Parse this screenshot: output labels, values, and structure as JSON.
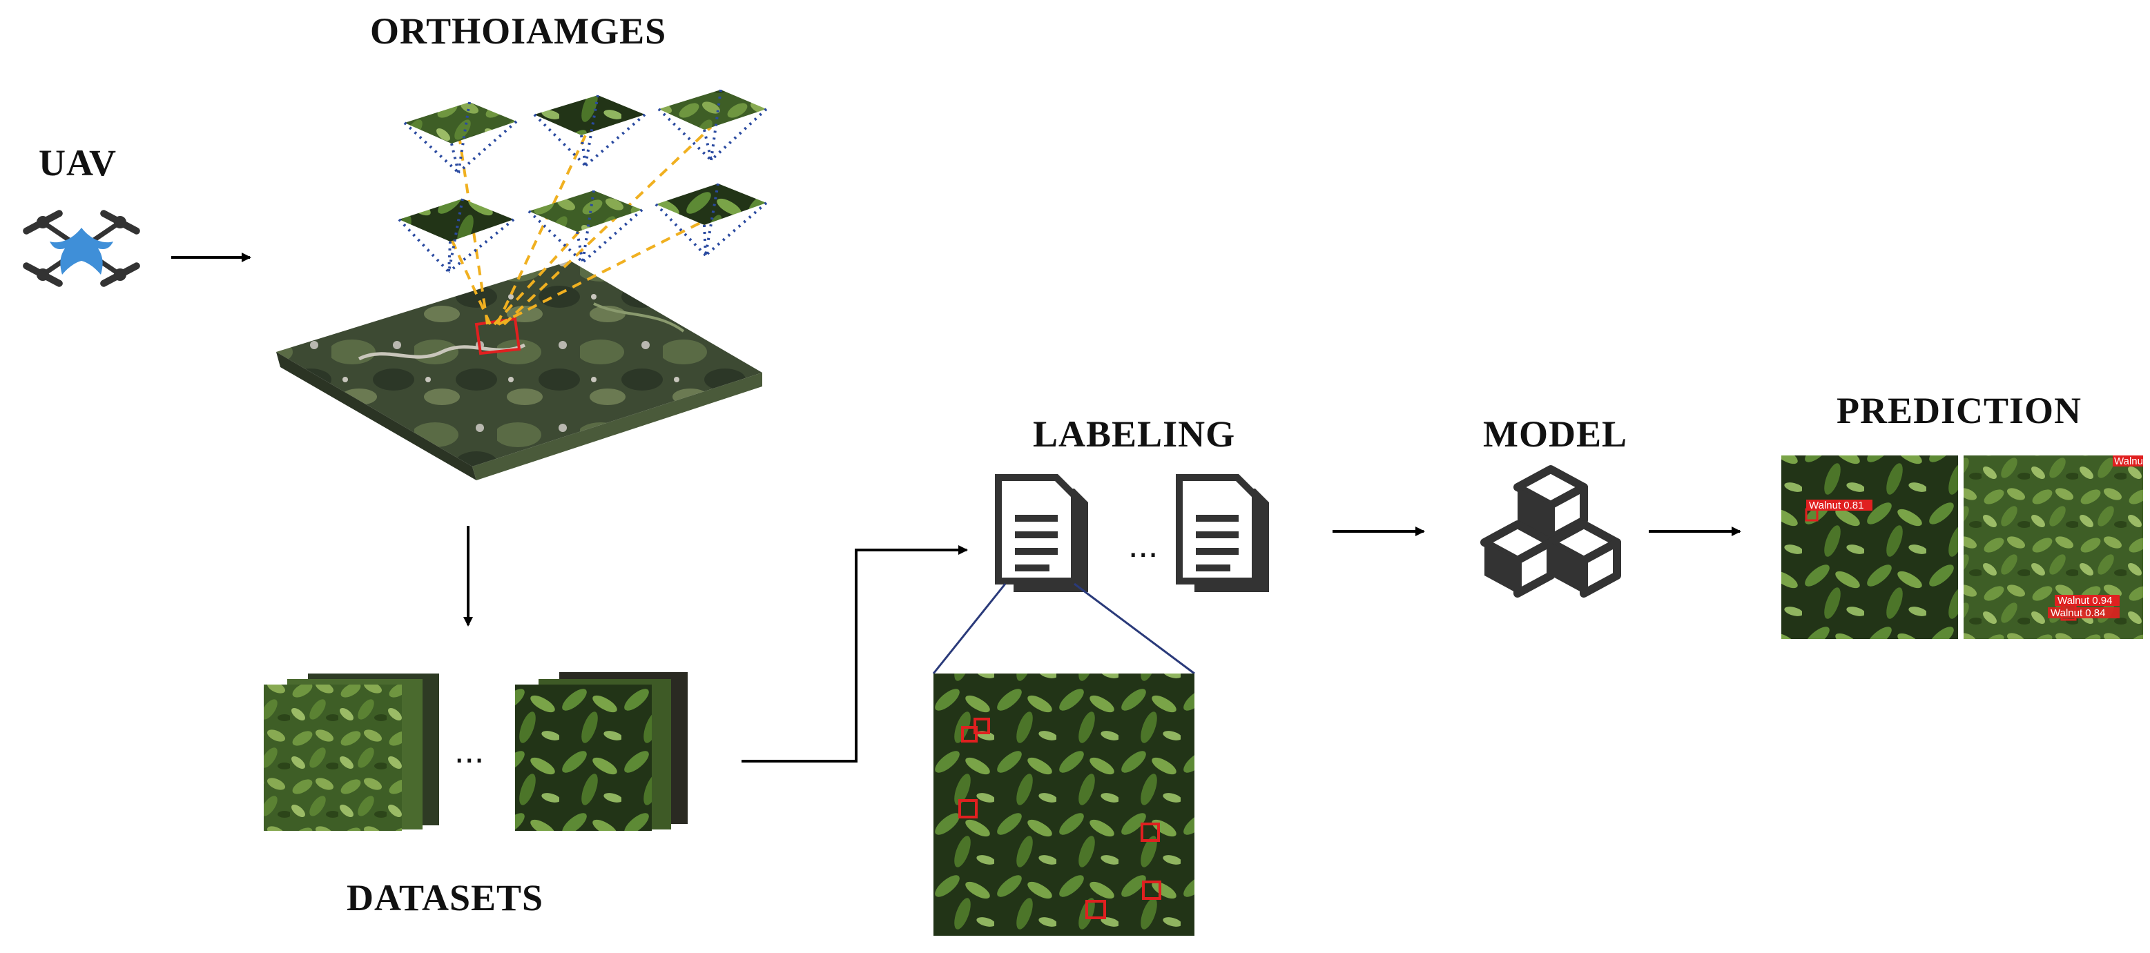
{
  "titles": {
    "uav": "UAV",
    "orthoimages": "ORTHOIAMGES",
    "datasets": "DATASETS",
    "labeling": "LABELING",
    "model": "MODEL",
    "prediction": "PREDICTION"
  },
  "ellipsis": "...",
  "prediction_tags": {
    "left": "Walnut 0.81",
    "right_top": "Walnu",
    "right_a": "Walnut 0.94",
    "right_b": "Walnut 0.84"
  },
  "colors": {
    "drone": "#3f8fd8",
    "leaf_dark": "#34511f",
    "leaf_light": "#7fa24a",
    "box": "#e02020",
    "guide_dash": "#f0b020",
    "guide_dot": "#2a4aa0",
    "icon": "#333333"
  }
}
